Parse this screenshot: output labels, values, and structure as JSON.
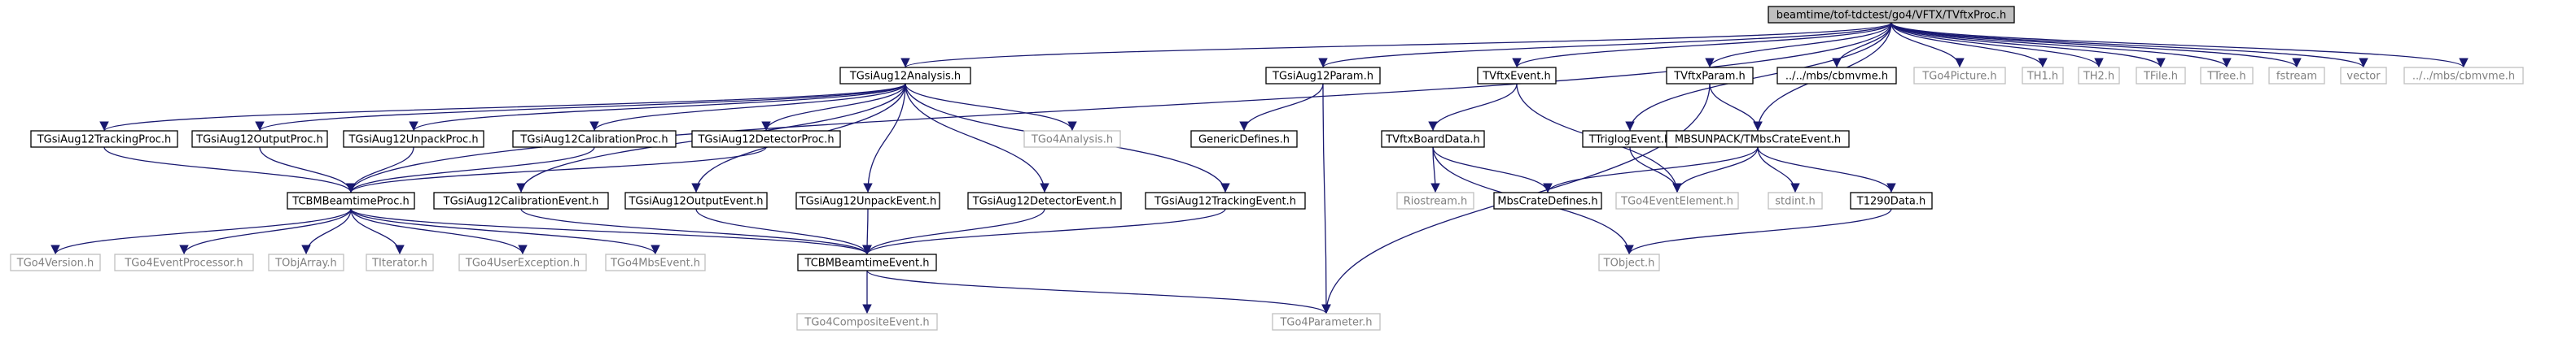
{
  "nodes": [
    {
      "id": "root",
      "label": "beamtime/tof-tdctest/go4/VFTX/TVftxProc.h",
      "style": "root"
    },
    {
      "id": "ana",
      "label": "TGsiAug12Analysis.h",
      "style": "normal"
    },
    {
      "id": "param",
      "label": "TGsiAug12Param.h",
      "style": "normal"
    },
    {
      "id": "vftxev",
      "label": "TVftxEvent.h",
      "style": "normal"
    },
    {
      "id": "vftxpar",
      "label": "TVftxParam.h",
      "style": "normal"
    },
    {
      "id": "cbmvme1",
      "label": "../../mbs/cbmvme.h",
      "style": "normal"
    },
    {
      "id": "picture",
      "label": "TGo4Picture.h",
      "style": "grey"
    },
    {
      "id": "th1",
      "label": "TH1.h",
      "style": "grey"
    },
    {
      "id": "th2",
      "label": "TH2.h",
      "style": "grey"
    },
    {
      "id": "tfile",
      "label": "TFile.h",
      "style": "grey"
    },
    {
      "id": "ttree",
      "label": "TTree.h",
      "style": "grey"
    },
    {
      "id": "fstream",
      "label": "fstream",
      "style": "grey"
    },
    {
      "id": "vector",
      "label": "vector",
      "style": "grey"
    },
    {
      "id": "cbmvme2",
      "label": "../../mbs/cbmvme.h",
      "style": "grey"
    },
    {
      "id": "trackproc",
      "label": "TGsiAug12TrackingProc.h",
      "style": "normal"
    },
    {
      "id": "outproc",
      "label": "TGsiAug12OutputProc.h",
      "style": "normal"
    },
    {
      "id": "unpproc",
      "label": "TGsiAug12UnpackProc.h",
      "style": "normal"
    },
    {
      "id": "calproc",
      "label": "TGsiAug12CalibrationProc.h",
      "style": "normal"
    },
    {
      "id": "detproc",
      "label": "TGsiAug12DetectorProc.h",
      "style": "normal"
    },
    {
      "id": "go4ana",
      "label": "TGo4Analysis.h",
      "style": "grey"
    },
    {
      "id": "genericdef",
      "label": "GenericDefines.h",
      "style": "normal"
    },
    {
      "id": "boarddata",
      "label": "TVftxBoardData.h",
      "style": "normal"
    },
    {
      "id": "triglog",
      "label": "TTriglogEvent.h",
      "style": "normal"
    },
    {
      "id": "mbsunpack",
      "label": "MBSUNPACK/TMbsCrateEvent.h",
      "style": "normal"
    },
    {
      "id": "beamproc",
      "label": "TCBMBeamtimeProc.h",
      "style": "normal"
    },
    {
      "id": "calev",
      "label": "TGsiAug12CalibrationEvent.h",
      "style": "normal"
    },
    {
      "id": "outev",
      "label": "TGsiAug12OutputEvent.h",
      "style": "normal"
    },
    {
      "id": "unpev",
      "label": "TGsiAug12UnpackEvent.h",
      "style": "normal"
    },
    {
      "id": "detev",
      "label": "TGsiAug12DetectorEvent.h",
      "style": "normal"
    },
    {
      "id": "trackev",
      "label": "TGsiAug12TrackingEvent.h",
      "style": "normal"
    },
    {
      "id": "riostream",
      "label": "Riostream.h",
      "style": "grey"
    },
    {
      "id": "mbscrate",
      "label": "MbsCrateDefines.h",
      "style": "normal"
    },
    {
      "id": "go4evel",
      "label": "TGo4EventElement.h",
      "style": "grey"
    },
    {
      "id": "stdint",
      "label": "stdint.h",
      "style": "grey"
    },
    {
      "id": "t1290",
      "label": "T1290Data.h",
      "style": "normal"
    },
    {
      "id": "go4ver",
      "label": "TGo4Version.h",
      "style": "grey"
    },
    {
      "id": "go4evproc",
      "label": "TGo4EventProcessor.h",
      "style": "grey"
    },
    {
      "id": "tobjarray",
      "label": "TObjArray.h",
      "style": "grey"
    },
    {
      "id": "titer",
      "label": "TIterator.h",
      "style": "grey"
    },
    {
      "id": "go4userexc",
      "label": "TGo4UserException.h",
      "style": "grey"
    },
    {
      "id": "go4mbsev",
      "label": "TGo4MbsEvent.h",
      "style": "grey"
    },
    {
      "id": "beamev",
      "label": "TCBMBeamtimeEvent.h",
      "style": "normal"
    },
    {
      "id": "tobject",
      "label": "TObject.h",
      "style": "grey"
    },
    {
      "id": "go4comp",
      "label": "TGo4CompositeEvent.h",
      "style": "grey"
    },
    {
      "id": "go4param",
      "label": "TGo4Parameter.h",
      "style": "grey"
    }
  ],
  "edges": [
    [
      "root",
      "ana"
    ],
    [
      "root",
      "param"
    ],
    [
      "root",
      "vftxev"
    ],
    [
      "root",
      "vftxpar"
    ],
    [
      "root",
      "cbmvme1"
    ],
    [
      "root",
      "picture"
    ],
    [
      "root",
      "th1"
    ],
    [
      "root",
      "th2"
    ],
    [
      "root",
      "tfile"
    ],
    [
      "root",
      "ttree"
    ],
    [
      "root",
      "fstream"
    ],
    [
      "root",
      "vector"
    ],
    [
      "root",
      "cbmvme2"
    ],
    [
      "root",
      "triglog"
    ],
    [
      "root",
      "mbsunpack"
    ],
    [
      "root",
      "beamproc"
    ],
    [
      "ana",
      "trackproc"
    ],
    [
      "ana",
      "outproc"
    ],
    [
      "ana",
      "unpproc"
    ],
    [
      "ana",
      "calproc"
    ],
    [
      "ana",
      "detproc"
    ],
    [
      "ana",
      "go4ana"
    ],
    [
      "ana",
      "calev"
    ],
    [
      "ana",
      "outev"
    ],
    [
      "ana",
      "unpev"
    ],
    [
      "ana",
      "detev"
    ],
    [
      "ana",
      "trackev"
    ],
    [
      "param",
      "genericdef"
    ],
    [
      "param",
      "go4param"
    ],
    [
      "vftxev",
      "boarddata"
    ],
    [
      "vftxev",
      "go4evel"
    ],
    [
      "vftxpar",
      "mbsunpack"
    ],
    [
      "vftxpar",
      "go4param"
    ],
    [
      "boarddata",
      "riostream"
    ],
    [
      "boarddata",
      "mbscrate"
    ],
    [
      "boarddata",
      "tobject"
    ],
    [
      "triglog",
      "go4evel"
    ],
    [
      "mbsunpack",
      "mbscrate"
    ],
    [
      "mbsunpack",
      "go4evel"
    ],
    [
      "mbsunpack",
      "stdint"
    ],
    [
      "mbsunpack",
      "t1290"
    ],
    [
      "t1290",
      "tobject"
    ],
    [
      "trackproc",
      "beamproc"
    ],
    [
      "outproc",
      "beamproc"
    ],
    [
      "unpproc",
      "beamproc"
    ],
    [
      "calproc",
      "beamproc"
    ],
    [
      "detproc",
      "beamproc"
    ],
    [
      "beamproc",
      "go4ver"
    ],
    [
      "beamproc",
      "go4evproc"
    ],
    [
      "beamproc",
      "tobjarray"
    ],
    [
      "beamproc",
      "titer"
    ],
    [
      "beamproc",
      "go4userexc"
    ],
    [
      "beamproc",
      "go4mbsev"
    ],
    [
      "beamproc",
      "beamev"
    ],
    [
      "calev",
      "beamev"
    ],
    [
      "outev",
      "beamev"
    ],
    [
      "unpev",
      "beamev"
    ],
    [
      "detev",
      "beamev"
    ],
    [
      "trackev",
      "beamev"
    ],
    [
      "beamev",
      "go4comp"
    ],
    [
      "beamev",
      "go4param"
    ]
  ],
  "colors": {
    "edge": "#191970",
    "box_border": "#000000",
    "grey_border": "#bfbfbf",
    "grey_text": "#808080",
    "root_fill": "#bfbfbf",
    "text": "#000000"
  }
}
